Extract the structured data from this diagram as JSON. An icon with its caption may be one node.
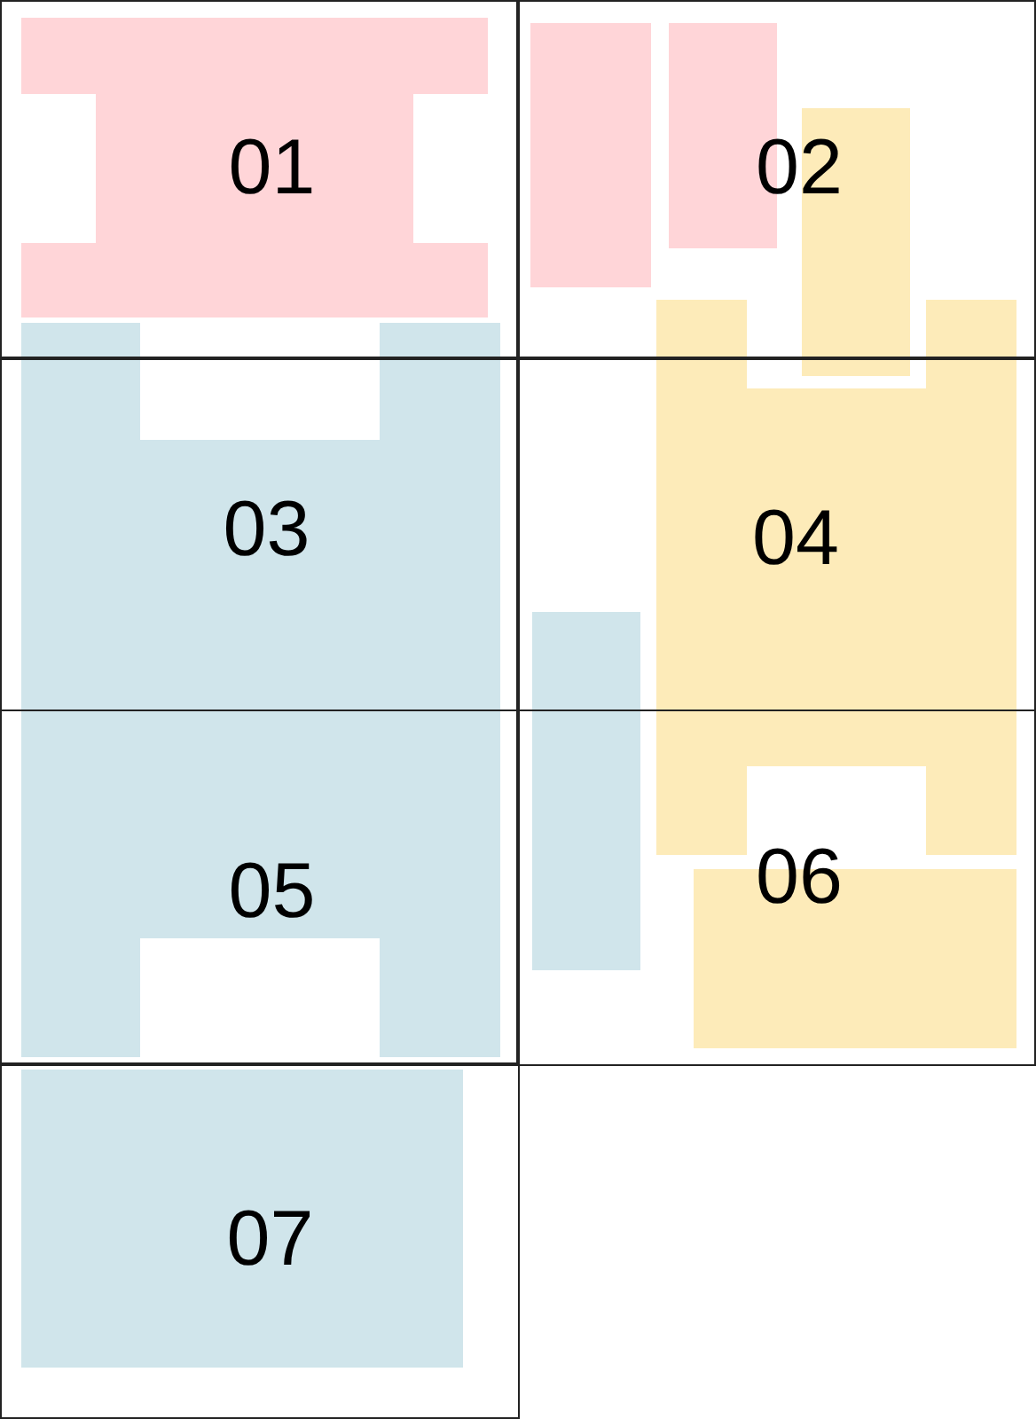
{
  "diagram": {
    "nodes": [
      {
        "text": [
          "01"
        ]
      },
      {
        "text": [
          "02"
        ]
      },
      {
        "text": [
          "03"
        ]
      },
      {
        "text": [
          "04"
        ]
      },
      {
        "text": [
          "05"
        ]
      },
      {
        "text": [
          "06"
        ]
      },
      {
        "text": [
          "07"
        ]
      }
    ]
  }
}
